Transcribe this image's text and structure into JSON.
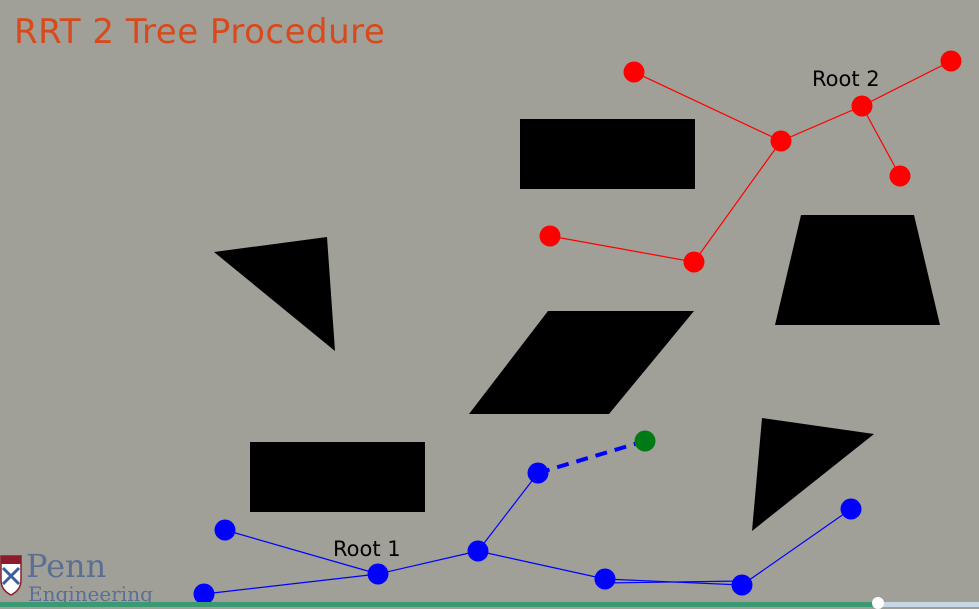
{
  "title": "RRT 2 Tree Procedure",
  "colors": {
    "background": "#a0a098",
    "title": "#d84a1b",
    "tree1": "#0000ff",
    "tree2": "#ff0000",
    "new_node": "#007a14",
    "obstacle": "#000000"
  },
  "labels": {
    "root1": "Root 1",
    "root2": "Root 2"
  },
  "logo": {
    "line1": "Penn",
    "line2": "Engineering",
    "icon": "penn-shield-icon"
  },
  "progress": {
    "fraction": 0.897
  }
}
